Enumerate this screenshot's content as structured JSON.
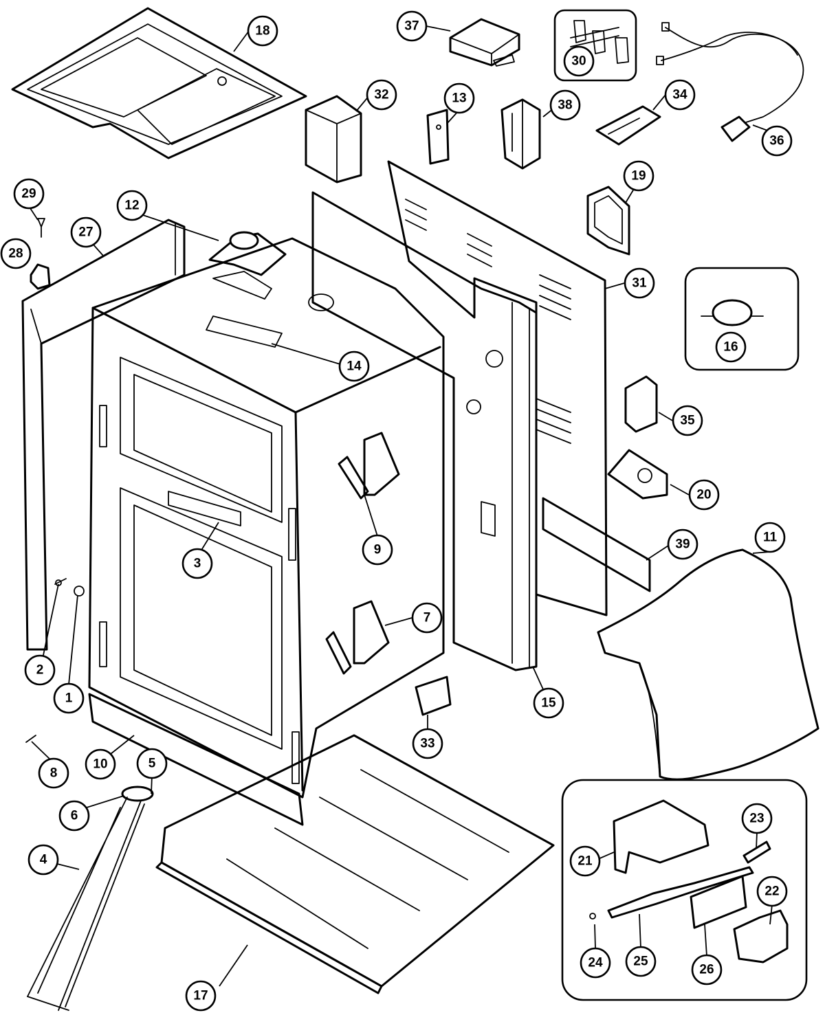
{
  "diagram": {
    "callouts": [
      {
        "id": "18",
        "label": "18"
      },
      {
        "id": "37",
        "label": "37"
      },
      {
        "id": "30",
        "label": "30"
      },
      {
        "id": "32",
        "label": "32"
      },
      {
        "id": "13",
        "label": "13"
      },
      {
        "id": "38",
        "label": "38"
      },
      {
        "id": "34",
        "label": "34"
      },
      {
        "id": "36",
        "label": "36"
      },
      {
        "id": "29",
        "label": "29"
      },
      {
        "id": "27",
        "label": "27"
      },
      {
        "id": "12",
        "label": "12"
      },
      {
        "id": "19",
        "label": "19"
      },
      {
        "id": "28",
        "label": "28"
      },
      {
        "id": "31",
        "label": "31"
      },
      {
        "id": "16",
        "label": "16"
      },
      {
        "id": "14",
        "label": "14"
      },
      {
        "id": "35",
        "label": "35"
      },
      {
        "id": "20",
        "label": "20"
      },
      {
        "id": "11",
        "label": "11"
      },
      {
        "id": "3",
        "label": "3"
      },
      {
        "id": "9",
        "label": "9"
      },
      {
        "id": "39",
        "label": "39"
      },
      {
        "id": "7",
        "label": "7"
      },
      {
        "id": "2",
        "label": "2"
      },
      {
        "id": "1",
        "label": "1"
      },
      {
        "id": "15",
        "label": "15"
      },
      {
        "id": "33",
        "label": "33"
      },
      {
        "id": "8",
        "label": "8"
      },
      {
        "id": "10",
        "label": "10"
      },
      {
        "id": "5",
        "label": "5"
      },
      {
        "id": "6",
        "label": "6"
      },
      {
        "id": "4",
        "label": "4"
      },
      {
        "id": "17",
        "label": "17"
      },
      {
        "id": "21",
        "label": "21"
      },
      {
        "id": "23",
        "label": "23"
      },
      {
        "id": "22",
        "label": "22"
      },
      {
        "id": "24",
        "label": "24"
      },
      {
        "id": "25",
        "label": "25"
      },
      {
        "id": "26",
        "label": "26"
      }
    ]
  }
}
